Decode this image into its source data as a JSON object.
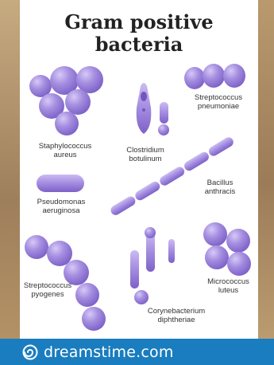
{
  "title_line1": "Gram positive",
  "title_line2": "bacteria",
  "bacteria": [
    {
      "id": "staphylococcus",
      "lines": [
        "Staphylococcus",
        "aureus"
      ]
    },
    {
      "id": "clostridium",
      "lines": [
        "Clostridium",
        "botulinum"
      ]
    },
    {
      "id": "streptococcus-pneumoniae",
      "lines": [
        "Streptococcus",
        "pneumoniae"
      ]
    },
    {
      "id": "bacillus",
      "lines": [
        "Bacillus",
        "anthracis"
      ]
    },
    {
      "id": "pseudomonas",
      "lines": [
        "Pseudomonas",
        "aeruginosa"
      ]
    },
    {
      "id": "streptococcus-pyogenes",
      "lines": [
        "Streptococcus",
        "pyogenes"
      ]
    },
    {
      "id": "corynebacterium",
      "lines": [
        "Corynebacterium",
        "diphtheriae"
      ]
    },
    {
      "id": "micrococcus",
      "lines": [
        "Micrococcus",
        "luteus"
      ]
    }
  ],
  "footer": {
    "brand": "dreamstime.com",
    "icon": "dreamstime-spiral-logo"
  },
  "colors": {
    "cell_fill": "#a58ee0",
    "cell_dark": "#7e62c8",
    "footer_bg": "#1a7dbf"
  }
}
